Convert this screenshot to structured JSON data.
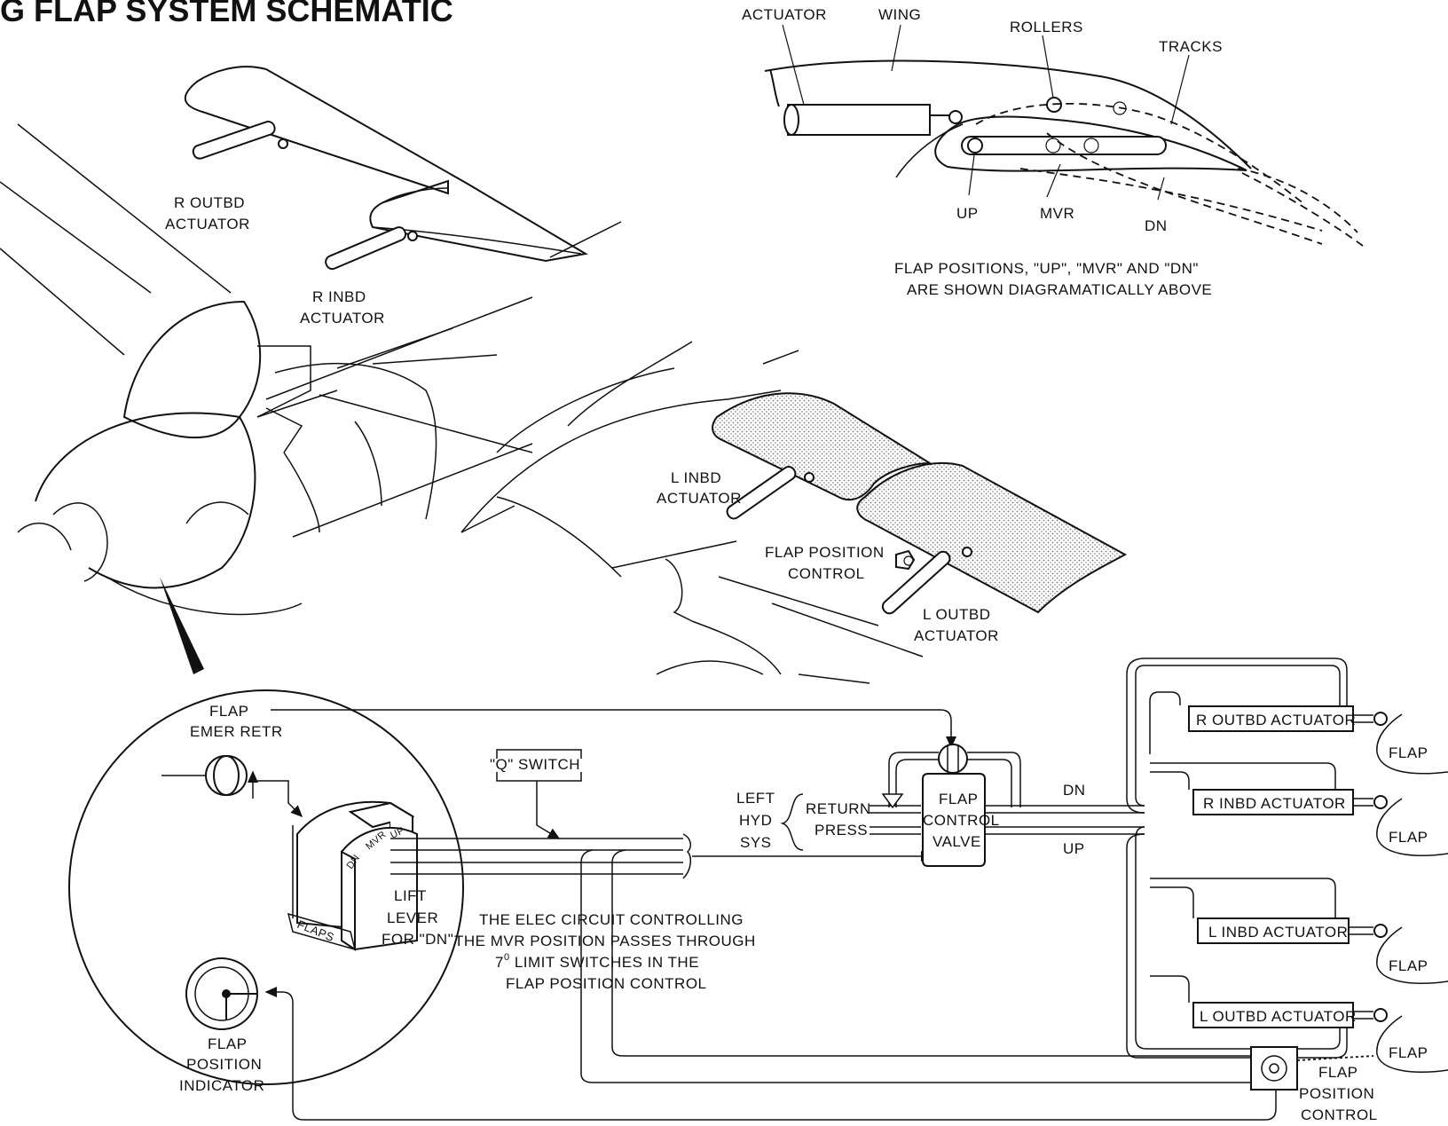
{
  "title": "G FLAP SYSTEM SCHEMATIC",
  "detail": {
    "actuator": "ACTUATOR",
    "wing": "WING",
    "rollers": "ROLLERS",
    "tracks": "TRACKS",
    "up": "UP",
    "mvr": "MVR",
    "dn": "DN",
    "note_line1": "FLAP POSITIONS, \"UP\", \"MVR\" AND \"DN\"",
    "note_line2": "ARE SHOWN DIAGRAMATICALLY ABOVE"
  },
  "right_wing": {
    "outbd_line1": "R OUTBD",
    "outbd_line2": "ACTUATOR",
    "inbd_line1": "R INBD",
    "inbd_line2": "ACTUATOR"
  },
  "left_wing": {
    "inbd_line1": "L INBD",
    "inbd_line2": "ACTUATOR",
    "fpc_line1": "FLAP POSITION",
    "fpc_line2": "CONTROL",
    "outbd_line1": "L OUTBD",
    "outbd_line2": "ACTUATOR"
  },
  "cockpit": {
    "emer_line1": "FLAP",
    "emer_line2": "EMER RETR",
    "lift_line1": "LIFT",
    "lift_line2": "LEVER",
    "lift_line3": "FOR \"DN\"",
    "flaps": "FLAPS",
    "quad_up": "UP",
    "quad_mvr": "MVR",
    "quad_dn": "DN",
    "ind_line1": "FLAP",
    "ind_line2": "POSITION",
    "ind_line3": "INDICATOR"
  },
  "schematic": {
    "q_switch": "\"Q\" SWITCH",
    "left": "LEFT",
    "hyd": "HYD",
    "sys": "SYS",
    "return": "RETURN",
    "press": "PRESS",
    "valve_line1": "FLAP",
    "valve_line2": "CONTROL",
    "valve_line3": "VALVE",
    "dn": "DN",
    "up": "UP",
    "elec_line1": "THE ELEC CIRCUIT CONTROLLING",
    "elec_line2": "THE MVR POSITION PASSES THROUGH",
    "elec_line3_num": "7",
    "elec_line3_sup": "0",
    "elec_line3_rest": " LIMIT SWITCHES IN THE",
    "elec_line4": "FLAP POSITION CONTROL",
    "actuators": [
      "R OUTBD ACTUATOR",
      "R INBD ACTUATOR",
      "L INBD ACTUATOR",
      "L OUTBD ACTUATOR"
    ],
    "flap": "FLAP",
    "fpc_line1": "FLAP",
    "fpc_line2": "POSITION",
    "fpc_line3": "CONTROL"
  }
}
